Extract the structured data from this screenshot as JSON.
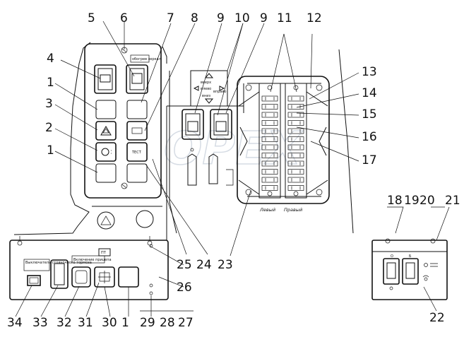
{
  "callouts": [
    "1",
    "2",
    "3",
    "4",
    "5",
    "6",
    "7",
    "8",
    "9",
    "10",
    "9",
    "11",
    "12",
    "13",
    "14",
    "15",
    "16",
    "17",
    "18",
    "19",
    "20",
    "21",
    "22",
    "23",
    "24",
    "25",
    "26",
    "27",
    "28",
    "29",
    "1",
    "30",
    "31",
    "32",
    "33",
    "34",
    "1"
  ],
  "plate": {
    "switch_group_label": "обогрев зеркал",
    "sensor_button_label": "ТЕСТ"
  },
  "arrow_panel": {
    "up": "вверх",
    "down": "вниз",
    "left": "влево",
    "right": "вправо"
  },
  "fuse_block": {
    "left_label": "Левый",
    "right_label": "Правый"
  },
  "bottom_panel": {
    "label_left": "Выключатель стояночного тормоза",
    "label_mid": "Включение прицепа",
    "label_right_top": "ПТ"
  },
  "right_panel": {
    "label_a": "О",
    "label_b": "Б"
  },
  "watermark": "OPEX"
}
